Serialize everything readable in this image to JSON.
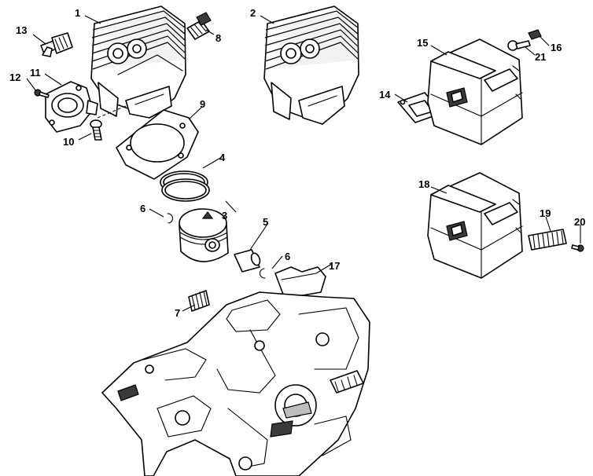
{
  "callouts": {
    "c1": "1",
    "c2": "2",
    "c3": "3",
    "c4": "4",
    "c5": "5",
    "c6a": "6",
    "c6b": "6",
    "c7": "7",
    "c8": "8",
    "c9": "9",
    "c10": "10",
    "c11": "11",
    "c12": "12",
    "c13": "13",
    "c14": "14",
    "c15": "15",
    "c16": "16",
    "c17": "17",
    "c18": "18",
    "c19": "19",
    "c20": "20",
    "c21": "21"
  }
}
